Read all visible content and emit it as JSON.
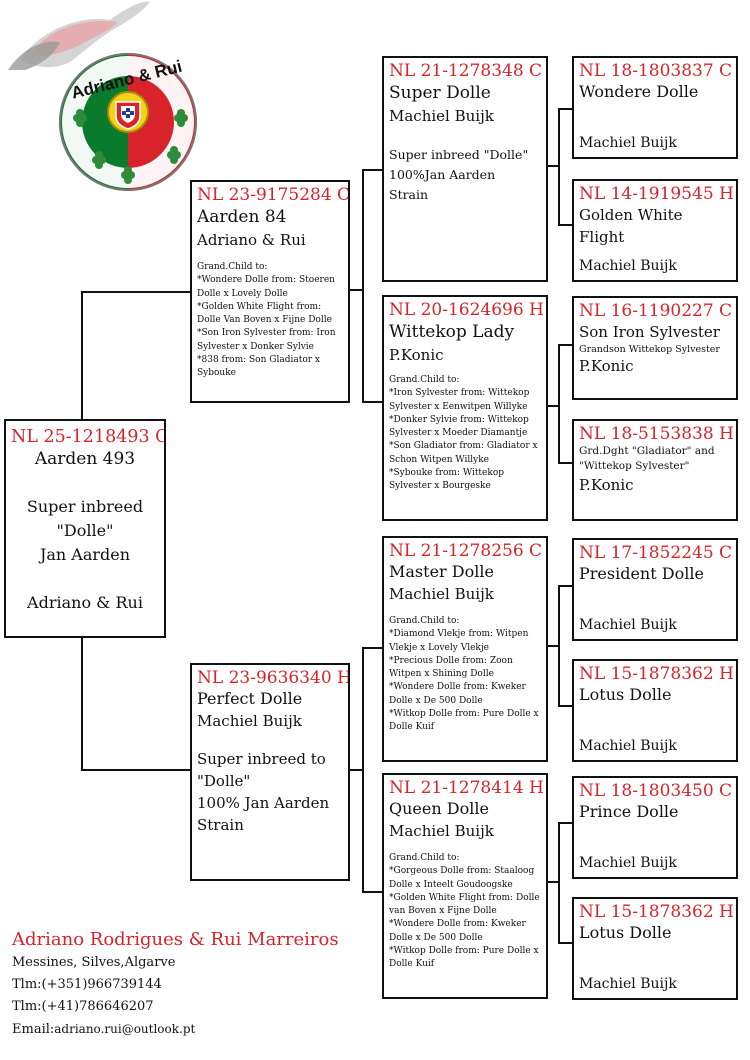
{
  "logo": {
    "text": "Adriano & Rui",
    "colors": {
      "green": "#0a7a2c",
      "red": "#d8232a",
      "clover": "#2e8b3a"
    }
  },
  "pigeons": {
    "main": {
      "ring": "NL 25-1218493 C",
      "name": "Aarden 493",
      "note1": "Super inbreed",
      "note2": "\"Dolle\"",
      "note3": "Jan Aarden",
      "breeder": "Adriano & Rui"
    },
    "sire": {
      "ring": "NL 23-9175284 C",
      "name": "Aarden 84",
      "breeder": "Adriano & Rui",
      "notes": [
        "Grand.Child to:",
        "*Wondere Dolle from: Stoeren Dolle x Lovely Dolle",
        "*Golden White Flight from: Dolle Van Boven x Fijne Dolle",
        "*Son Iron Sylvester from: Iron Sylvester x Donker Sylvie",
        "*838 from: Son Gladiator x Sybouke"
      ]
    },
    "dam": {
      "ring": "NL 23-9636340 H",
      "name": "Perfect Dolle",
      "breeder": "Machiel Buijk",
      "notes": [
        "Super inbreed to",
        "\"Dolle\"",
        "100% Jan Aarden",
        "Strain"
      ]
    },
    "ss": {
      "ring": "NL 21-1278348 C",
      "name": "Super Dolle",
      "breeder": "Machiel Buijk",
      "notes": [
        "Super inbreed \"Dolle\"",
        "100%Jan Aarden",
        "Strain"
      ]
    },
    "sd": {
      "ring": "NL 20-1624696 H",
      "name": "Wittekop Lady",
      "breeder": "P.Konic",
      "notes": [
        "Grand.Child to:",
        "*Iron Sylvester from: Wittekop Sylvester x Eenwitpen Willyke",
        "*Donker Sylvie from: Wittekop Sylvester x Moeder Diamantje",
        "*Son Gladiator from: Gladiator x Schon Witpen Willyke",
        "*Sybouke from: Wittekop Sylvester x Bourgeske"
      ]
    },
    "ds": {
      "ring": "NL 21-1278256 C",
      "name": "Master Dolle",
      "breeder": "Machiel Buijk",
      "notes": [
        "Grand.Child to:",
        "*Diamond Vlekje from: Witpen Vlekje x Lovely Vlekje",
        "*Precious Dolle from: Zoon Witpen x Shining Dolle",
        "*Wondere Dolle from: Kweker Dolle x De 500 Dolle",
        "*Witkop Dolle from: Pure Dolle x Dolle Kuif"
      ]
    },
    "dd": {
      "ring": "NL 21-1278414 H",
      "name": "Queen Dolle",
      "breeder": "Machiel Buijk",
      "notes": [
        "Grand.Child to:",
        "*Gorgeous Dolle from: Staaloog Dolle x Inteelt Goudoogske",
        "*Golden White Flight from: Dolle van Boven x Fijne Dolle",
        "*Wondere Dolle from: Kweker Dolle x De 500 Dolle",
        "*Witkop Dolle from: Pure Dolle x Dolle Kuif"
      ]
    },
    "sss": {
      "ring": "NL 18-1803837 C",
      "name": "Wondere Dolle",
      "breeder": "Machiel Buijk"
    },
    "ssd": {
      "ring": "NL 14-1919545 H",
      "name": "Golden White Flight",
      "breeder": "Machiel Buijk"
    },
    "sds": {
      "ring": "NL 16-1190227 C",
      "name": "Son Iron Sylvester",
      "sub": "Grandson Wittekop Sylvester",
      "breeder": "P.Konic"
    },
    "sdd": {
      "ring": "NL 18-5153838 H",
      "name": "",
      "sub1": "Grd.Dght \"Gladiator\" and",
      "sub2": "\"Wittekop Sylvester\"",
      "breeder": "P.Konic"
    },
    "dss": {
      "ring": "NL 17-1852245 C",
      "name": "President Dolle",
      "breeder": "Machiel Buijk"
    },
    "dsd": {
      "ring": "NL 15-1878362 H",
      "name": "Lotus Dolle",
      "breeder": "Machiel Buijk"
    },
    "dds": {
      "ring": "NL 18-1803450 C",
      "name": "Prince Dolle",
      "breeder": "Machiel Buijk"
    },
    "ddd": {
      "ring": "NL 15-1878362 H",
      "name": "Lotus Dolle",
      "breeder": "Machiel Buijk"
    }
  },
  "footer": {
    "name": "Adriano Rodrigues & Rui Marreiros",
    "address": "Messines, Silves,Algarve",
    "phone1": "Tlm:(+351)966739144",
    "phone2": "Tlm:(+41)786646207",
    "email_label": "Email:",
    "email": "adriano.rui@outlook.pt"
  }
}
